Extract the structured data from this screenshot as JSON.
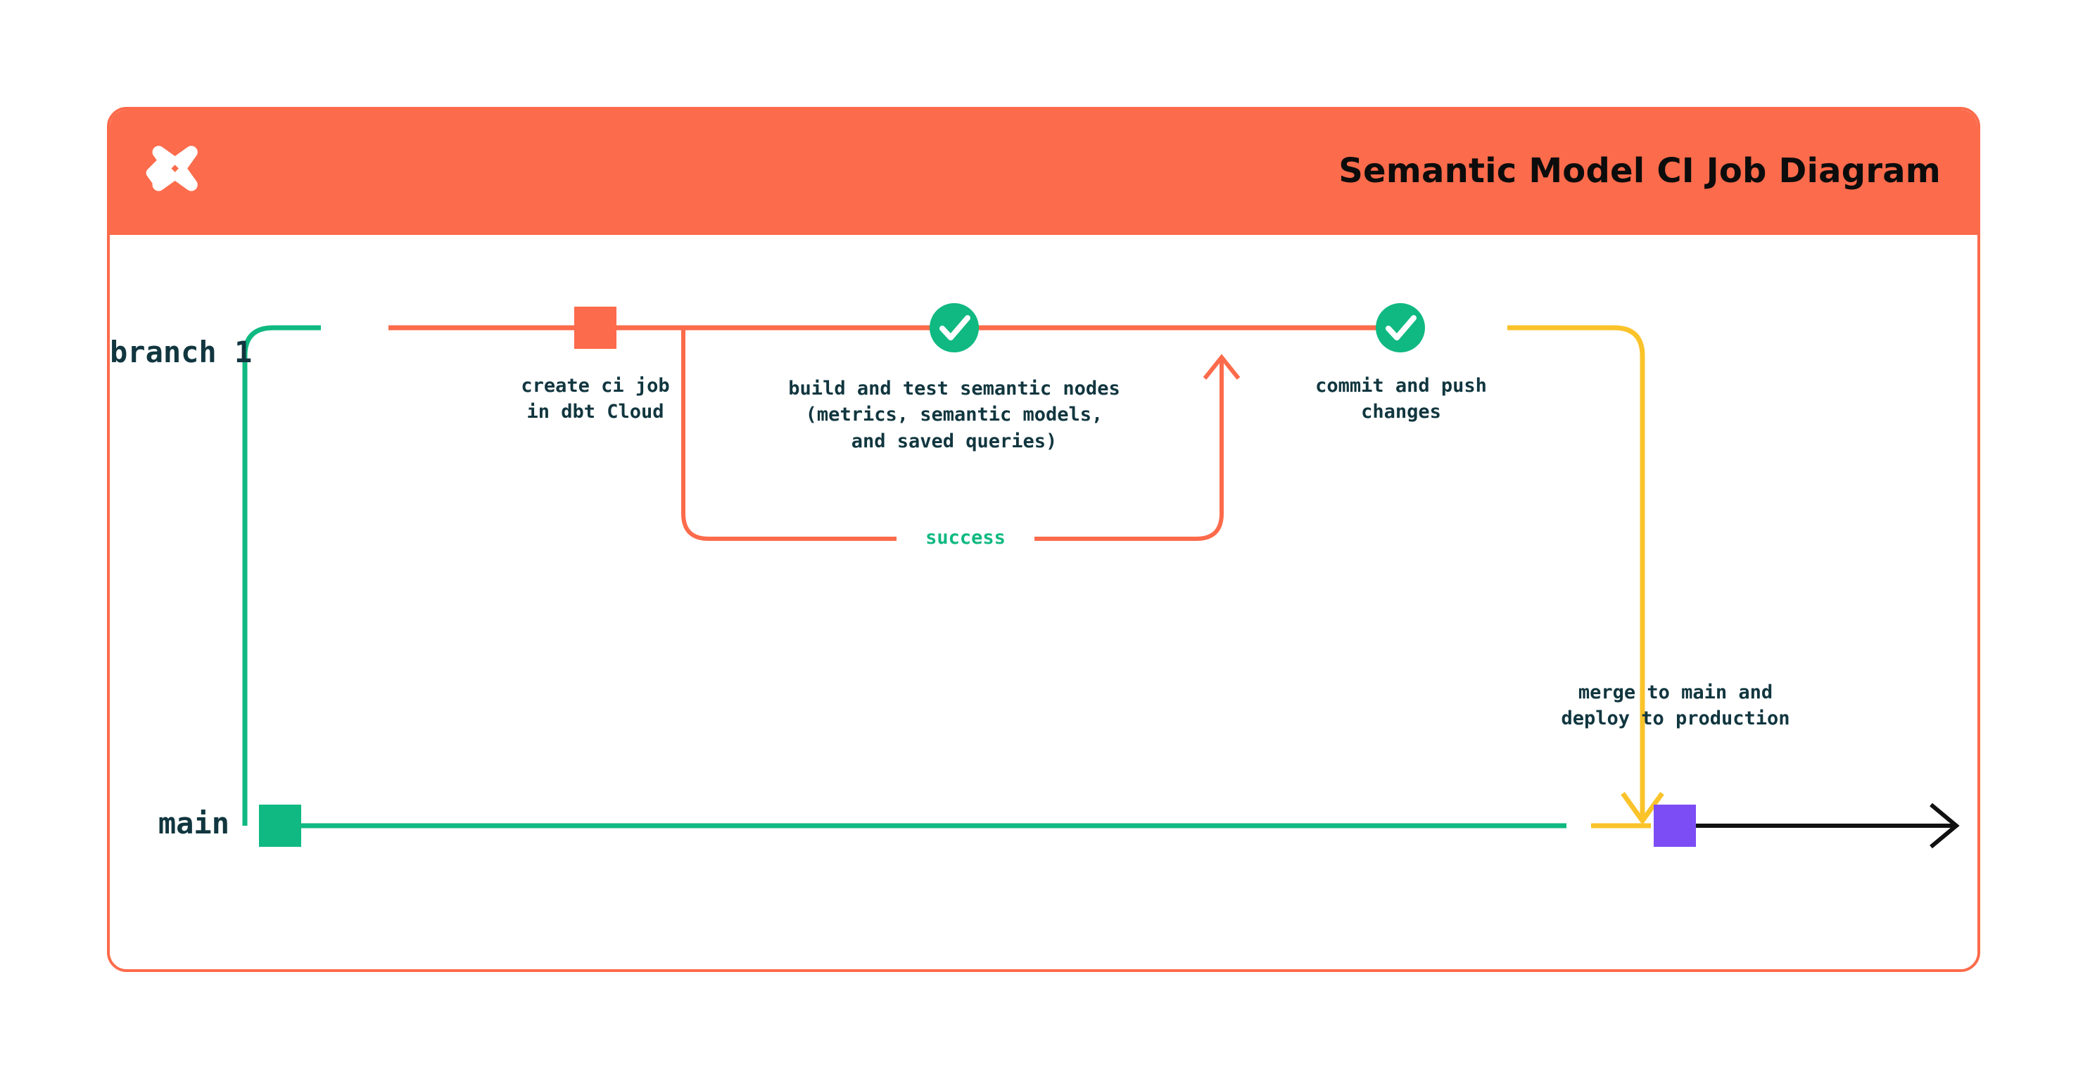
{
  "header": {
    "title": "Semantic Model CI Job Diagram",
    "logo_icon": "dbt-logo-icon",
    "background_color": "#FC6B4B"
  },
  "colors": {
    "brand_orange": "#FC6B4B",
    "branch_orange": "#FC6B4B",
    "main_green": "#0FB981",
    "merge_yellow": "#FAC32A",
    "commit_purple": "#7C4DF4",
    "check_green": "#0FB981",
    "text_dark": "#11363F",
    "arrow_black": "#111111",
    "card_background": "#FFFFFF"
  },
  "lanes": [
    {
      "id": "branch-1",
      "label": "branch 1",
      "color": "#FC6B4B"
    },
    {
      "id": "main",
      "label": "main",
      "color": "#0FB981"
    }
  ],
  "nodes": [
    {
      "id": "create-ci-job",
      "marker": "square",
      "marker_color": "#FC6B4B",
      "lane": "branch-1",
      "caption": "create ci job\nin dbt Cloud"
    },
    {
      "id": "build-and-test",
      "marker": "check-circle",
      "marker_color": "#0FB981",
      "lane": "branch-1",
      "caption": "build and test semantic nodes\n(metrics, semantic models,\nand saved queries)"
    },
    {
      "id": "commit-and-push",
      "marker": "check-circle",
      "marker_color": "#0FB981",
      "lane": "branch-1",
      "caption": "commit and push\nchanges"
    },
    {
      "id": "merge-to-main",
      "marker": "square",
      "marker_color": "#7C4DF4",
      "lane": "main",
      "caption": "merge to main and\ndeploy to production"
    }
  ],
  "edges": [
    {
      "id": "success-loop",
      "label": "success",
      "label_color": "#0FB981",
      "stroke": "#FC6B4B",
      "from": "build-and-test",
      "to": "build-and-test"
    }
  ],
  "chart_data": {
    "type": "diagram",
    "title": "Semantic Model CI Job Diagram",
    "flow": [
      "branch 1 created off main",
      "create ci job in dbt Cloud",
      "build and test semantic nodes (metrics, semantic models, and saved queries)",
      "success loops back",
      "commit and push changes",
      "merge to main and deploy to production"
    ]
  }
}
